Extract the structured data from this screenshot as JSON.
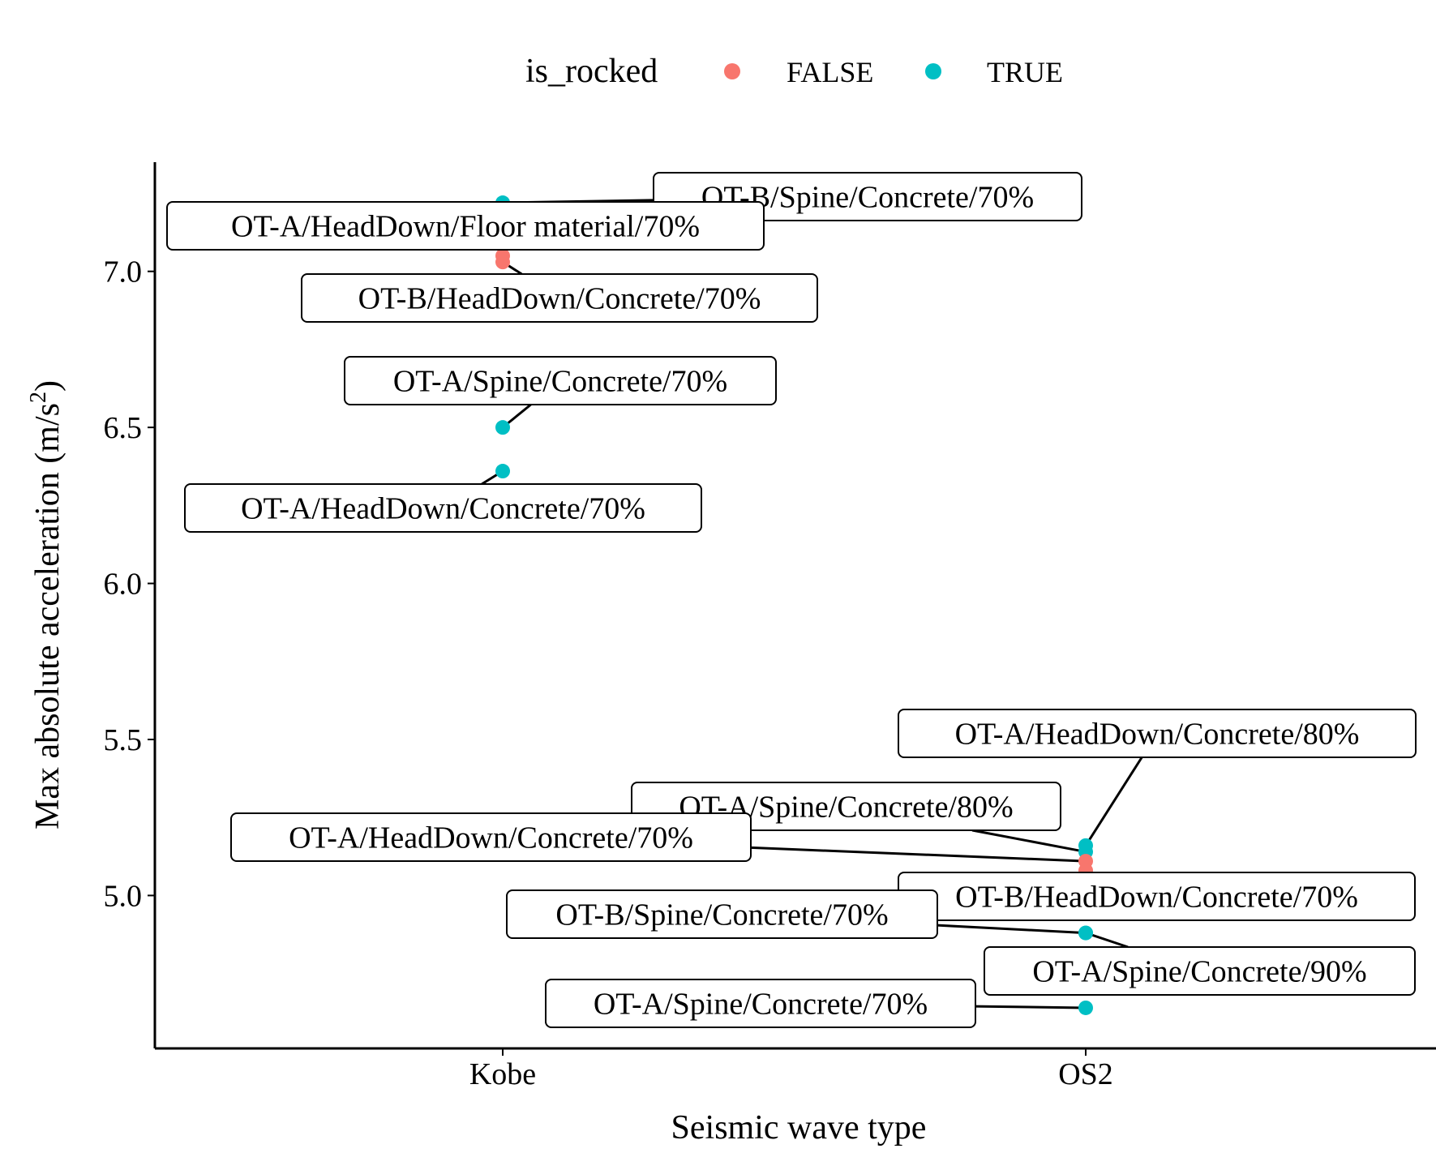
{
  "chart_data": {
    "type": "scatter",
    "title": "",
    "xlabel": "Seismic wave type",
    "ylabel": "Max absolute acceleration (m/s",
    "ylabel_superscript": "2",
    "ylabel_suffix": ")",
    "categories": [
      "Kobe",
      "OS2"
    ],
    "ylim": [
      4.51,
      7.35
    ],
    "yticks": [
      5.0,
      5.5,
      6.0,
      6.5,
      7.0
    ],
    "ytick_labels": [
      "5.0",
      "5.5",
      "6.0",
      "6.5",
      "7.0"
    ],
    "grid": false,
    "legend": {
      "title": "is_rocked",
      "position": "top",
      "entries": [
        {
          "label": "FALSE",
          "color": "#F8766D"
        },
        {
          "label": "TRUE",
          "color": "#00BFC4"
        }
      ]
    },
    "points": [
      {
        "x": "Kobe",
        "y": 7.22,
        "is_rocked": "TRUE",
        "label": "OT-B/Spine/Concrete/70%"
      },
      {
        "x": "Kobe",
        "y": 7.05,
        "is_rocked": "FALSE",
        "label": "OT-A/HeadDown/Floor material/70%"
      },
      {
        "x": "Kobe",
        "y": 7.03,
        "is_rocked": "FALSE",
        "label": "OT-B/HeadDown/Concrete/70%"
      },
      {
        "x": "Kobe",
        "y": 6.5,
        "is_rocked": "TRUE",
        "label": "OT-A/Spine/Concrete/70%"
      },
      {
        "x": "Kobe",
        "y": 6.36,
        "is_rocked": "TRUE",
        "label": "OT-A/HeadDown/Concrete/70%"
      },
      {
        "x": "OS2",
        "y": 5.16,
        "is_rocked": "TRUE",
        "label": "OT-A/HeadDown/Concrete/80%"
      },
      {
        "x": "OS2",
        "y": 5.14,
        "is_rocked": "TRUE",
        "label": "OT-A/Spine/Concrete/80%"
      },
      {
        "x": "OS2",
        "y": 5.11,
        "is_rocked": "FALSE",
        "label": "OT-A/HeadDown/Concrete/70%"
      },
      {
        "x": "OS2",
        "y": 5.08,
        "is_rocked": "FALSE",
        "label": "OT-B/HeadDown/Concrete/70%"
      },
      {
        "x": "OS2",
        "y": 4.88,
        "is_rocked": "TRUE",
        "label": "OT-A/Spine/Concrete/90%"
      },
      {
        "x": "OS2",
        "y": 4.88,
        "is_rocked": "TRUE",
        "label": "OT-B/Spine/Concrete/70%"
      },
      {
        "x": "OS2",
        "y": 4.64,
        "is_rocked": "TRUE",
        "label": "OT-A/Spine/Concrete/70%"
      }
    ]
  }
}
